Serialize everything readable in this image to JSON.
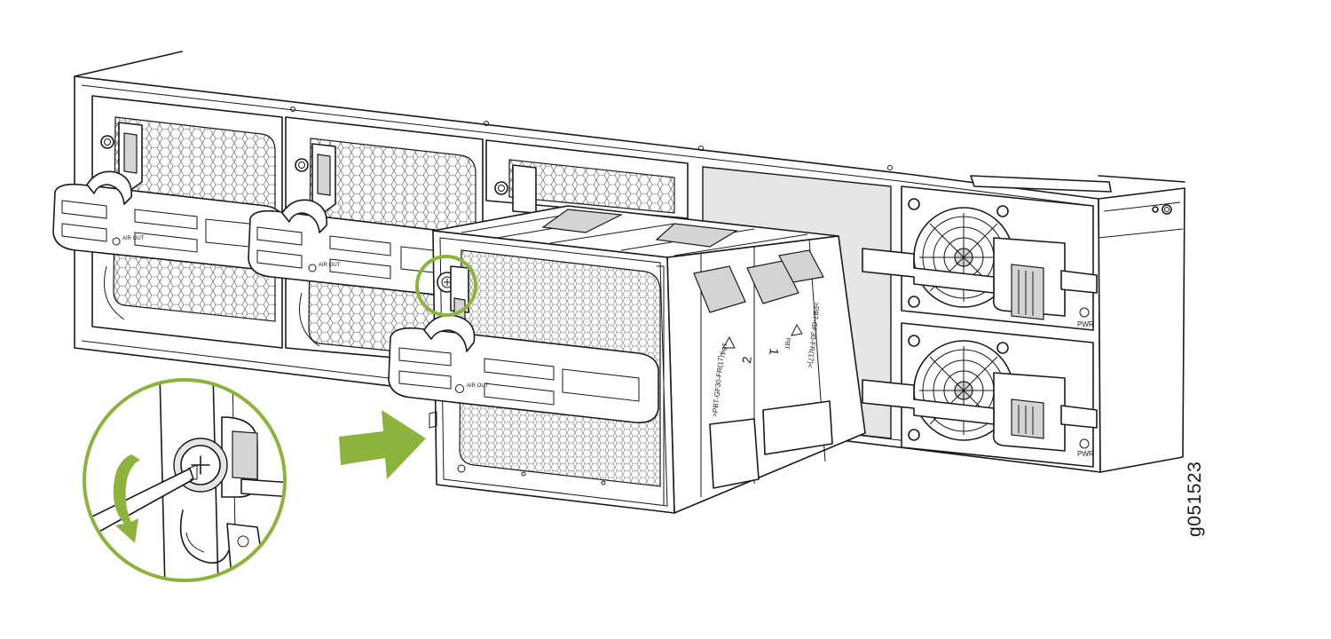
{
  "figure": {
    "id": "g051523",
    "labels": {
      "airflow_module": "AIR OUT",
      "psu_top": "PWR",
      "psu_bottom": "PWR",
      "fan_marking": ">PBT-GF30-FR(17)<",
      "fan_slot_a": "2",
      "fan_slot_b": "1",
      "recycle_mark": "PBT"
    },
    "colors": {
      "accent": "#8cb43c",
      "outline": "#1a1a1a",
      "shade": "#e6e6e6",
      "background": "#ffffff"
    },
    "icons": [
      "insert-arrow-icon",
      "rotate-arrow-icon",
      "recycle-icon",
      "captive-screw-icon",
      "fan-icon",
      "airflow-icon"
    ]
  }
}
